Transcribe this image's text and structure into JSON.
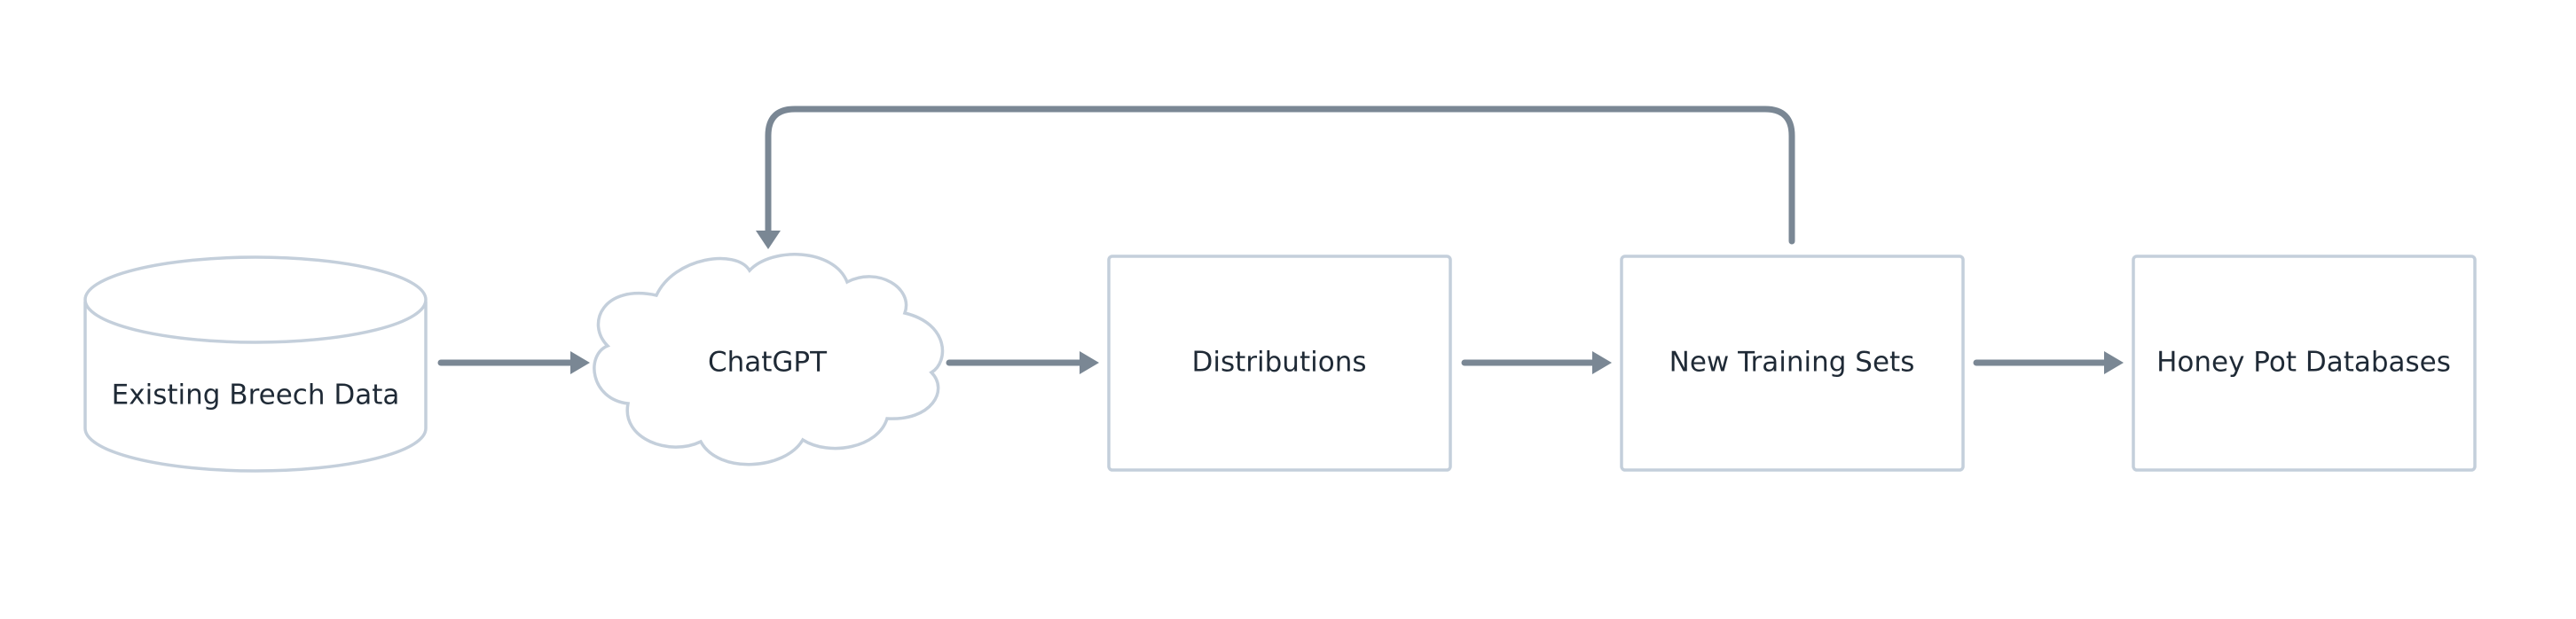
{
  "diagram": {
    "nodes": [
      {
        "id": "existing-breech-data",
        "shape": "cylinder",
        "label": "Existing Breech Data"
      },
      {
        "id": "chatgpt",
        "shape": "cloud",
        "label": "ChatGPT"
      },
      {
        "id": "distributions",
        "shape": "rectangle",
        "label": "Distributions"
      },
      {
        "id": "new-training-sets",
        "shape": "rectangle",
        "label": "New Training Sets"
      },
      {
        "id": "honey-pot-databases",
        "shape": "rectangle",
        "label": "Honey Pot Databases"
      }
    ],
    "edges": [
      {
        "from": "existing-breech-data",
        "to": "chatgpt"
      },
      {
        "from": "chatgpt",
        "to": "distributions"
      },
      {
        "from": "distributions",
        "to": "new-training-sets"
      },
      {
        "from": "new-training-sets",
        "to": "honey-pot-databases"
      },
      {
        "from": "new-training-sets",
        "to": "chatgpt",
        "style": "feedback-loop"
      }
    ],
    "colors": {
      "node_border": "#c4cfdb",
      "connector": "#7a8794",
      "text": "#1f2a36",
      "background": "#ffffff"
    }
  }
}
